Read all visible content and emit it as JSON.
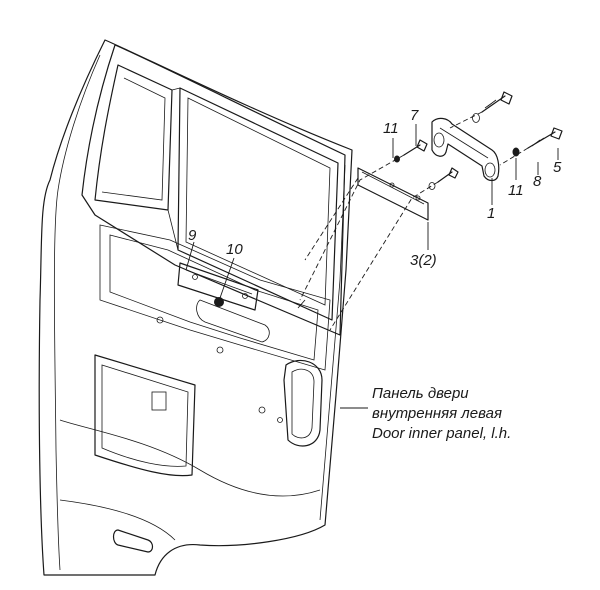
{
  "callouts": {
    "c11_top": "11",
    "c7": "7",
    "c5": "5",
    "c8": "8",
    "c11_right": "11",
    "c1": "1",
    "c3": "3(2)",
    "c9": "9",
    "c10": "10"
  },
  "note": {
    "line1": "Панель двери",
    "line2": "внутренняя левая",
    "line3": "Door inner panel, l.h."
  }
}
